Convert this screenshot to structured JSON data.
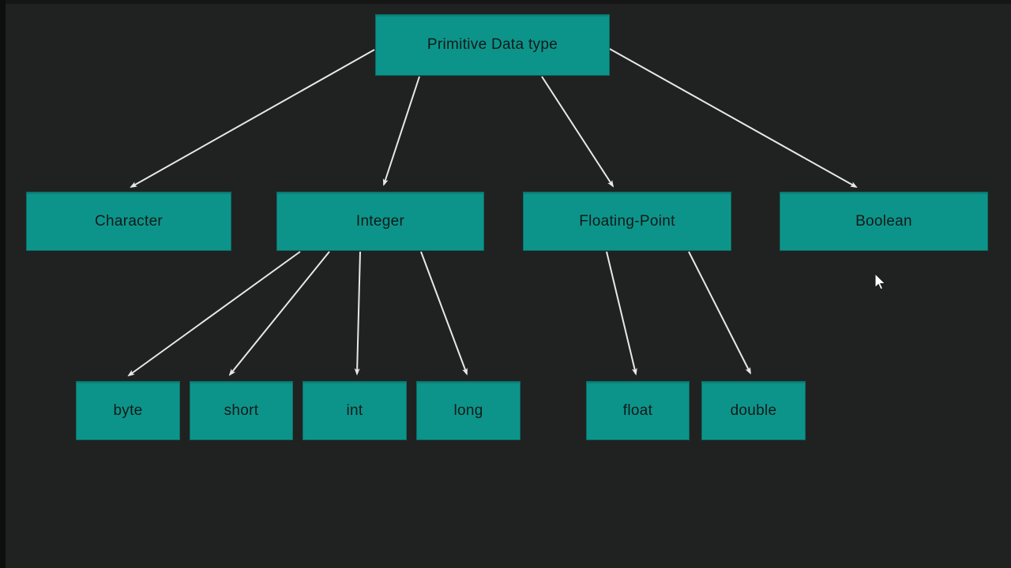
{
  "colors": {
    "bg": "#202221",
    "node-fill": "#0d948a",
    "node-text": "#0e1b1a",
    "arrow": "#e8e8e8"
  },
  "diagram": {
    "type": "tree",
    "root_label": "Primitive Data type",
    "nodes": {
      "root": {
        "label": "Primitive Data type"
      },
      "character": {
        "label": "Character"
      },
      "integer": {
        "label": "Integer"
      },
      "floating": {
        "label": "Floating-Point"
      },
      "boolean": {
        "label": "Boolean"
      },
      "byte": {
        "label": "byte"
      },
      "short": {
        "label": "short"
      },
      "int": {
        "label": "int"
      },
      "long": {
        "label": "long"
      },
      "float": {
        "label": "float"
      },
      "double": {
        "label": "double"
      }
    },
    "edges": [
      [
        "root",
        "character"
      ],
      [
        "root",
        "integer"
      ],
      [
        "root",
        "floating"
      ],
      [
        "root",
        "boolean"
      ],
      [
        "integer",
        "byte"
      ],
      [
        "integer",
        "short"
      ],
      [
        "integer",
        "int"
      ],
      [
        "integer",
        "long"
      ],
      [
        "floating",
        "float"
      ],
      [
        "floating",
        "double"
      ]
    ]
  },
  "cursor": {
    "visible": true,
    "shape": "arrow-pointer"
  }
}
